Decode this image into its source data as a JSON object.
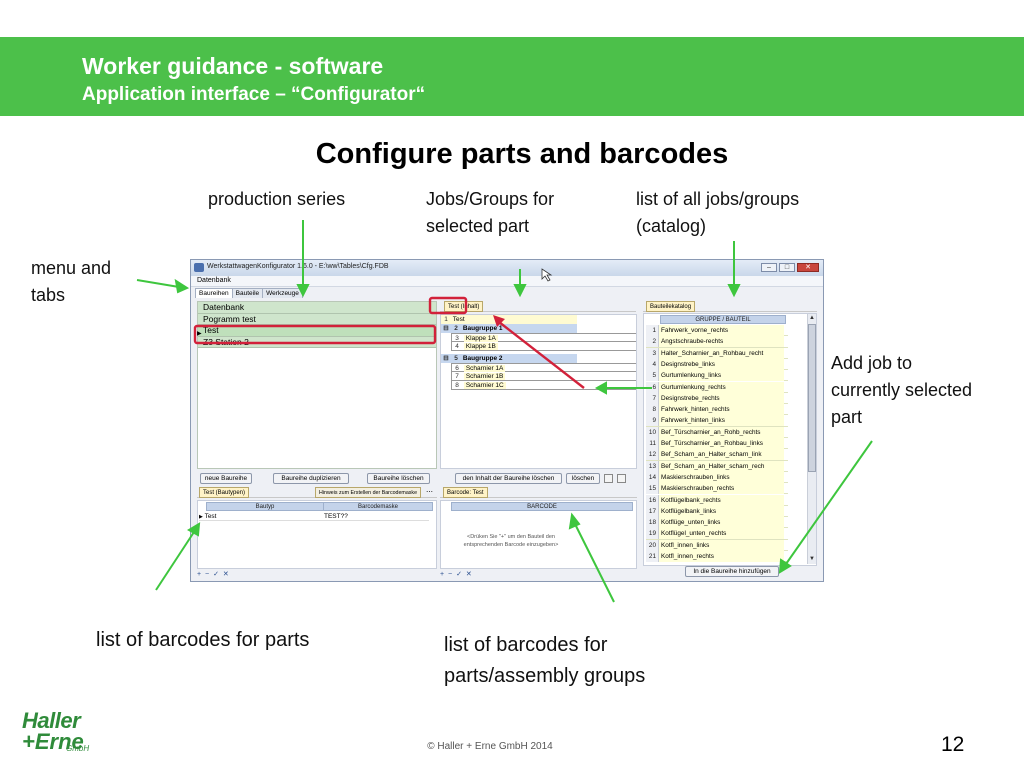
{
  "header": {
    "title": "Worker guidance - software",
    "subtitle": "Application interface – “Configurator“"
  },
  "slide_title": "Configure parts and barcodes",
  "callouts": {
    "production_series": "production series",
    "jobs_groups_line1": "Jobs/Groups for",
    "jobs_groups_line2": "selected part",
    "catalog_line1": "list of all jobs/groups",
    "catalog_line2": "(catalog)",
    "menu_tabs_line1": "menu and",
    "menu_tabs_line2": "tabs",
    "add_job_line1": "Add job to",
    "add_job_line2": "currently selected",
    "add_job_line3": "part",
    "barcodes_parts": "list of barcodes for parts",
    "barcodes_assembly_line1": "list of barcodes for",
    "barcodes_assembly_line2": "parts/assembly groups"
  },
  "app": {
    "window_title": "WerkstattwagenKonfigurator 1.6.0 - E:\\ww\\Tables\\Cfg.FDB",
    "menu_label": "Datenbank",
    "tabs": [
      "Baureihen",
      "Bauteile",
      "Werkzeuge"
    ],
    "series": [
      "Datenbank",
      "Pogramm test",
      "Test",
      "Z3 Station 2"
    ],
    "series_buttons": [
      "neue Baureihe",
      "Baureihe duplizieren",
      "Baureihe löschen"
    ],
    "series_content_buttons": [
      "den Inhalt der Baureihe löschen",
      "löschen"
    ],
    "jobs_tab": "Test (Inhalt)",
    "jobs": [
      {
        "num": "1",
        "label": "Test"
      },
      {
        "num": "2",
        "label": "Baugruppe 1"
      },
      {
        "num": "3",
        "label": "Klappe 1A"
      },
      {
        "num": "4",
        "label": "Klappe 1B"
      },
      {
        "num": "5",
        "label": "Baugruppe 2"
      },
      {
        "num": "6",
        "label": "Scharnier 1A"
      },
      {
        "num": "7",
        "label": "Scharnier 1B"
      },
      {
        "num": "8",
        "label": "Scharnier 1C"
      }
    ],
    "catalog_tab": "Bauteilekatalog",
    "catalog_header": "GRUPPE / BAUTEIL",
    "catalog": [
      {
        "num": "1",
        "label": "Fahrwerk_vorne_rechts"
      },
      {
        "num": "2",
        "label": "Angstschraube-rechts"
      },
      {
        "num": "3",
        "label": "Halter_Scharnier_an_Rohbau_recht"
      },
      {
        "num": "4",
        "label": "Designstrebe_links"
      },
      {
        "num": "5",
        "label": "Gurtumlenkung_links"
      },
      {
        "num": "6",
        "label": "Gurtumlenkung_rechts"
      },
      {
        "num": "7",
        "label": "Designstrebe_rechts"
      },
      {
        "num": "8",
        "label": "Fahrwerk_hinten_rechts"
      },
      {
        "num": "9",
        "label": "Fahrwerk_hinten_links"
      },
      {
        "num": "10",
        "label": "Bef_Türscharnier_an_Rohb_rechts"
      },
      {
        "num": "11",
        "label": "Bef_Türscharnier_an_Rohbau_links"
      },
      {
        "num": "12",
        "label": "Bef_Scharn_an_Halter_scharn_link"
      },
      {
        "num": "13",
        "label": "Bef_Scharn_an_Halter_scharn_rech"
      },
      {
        "num": "14",
        "label": "Maskierschrauben_links"
      },
      {
        "num": "15",
        "label": "Maskierschrauben_rechts"
      },
      {
        "num": "16",
        "label": "Kotflügelbank_rechts"
      },
      {
        "num": "17",
        "label": "Kotflügelbank_links"
      },
      {
        "num": "18",
        "label": "Kotflüge_unten_links"
      },
      {
        "num": "19",
        "label": "Kotflügel_unten_rechts"
      },
      {
        "num": "20",
        "label": "Kotfl_innen_links"
      },
      {
        "num": "21",
        "label": "Kotfl_innen_rechts"
      }
    ],
    "add_to_series_button": "In die Baureihe hinzufügen",
    "part_barcodes_tab": "Test (Bautypen)",
    "part_barcodes_hint": "Hinweis zum Erstellen der Barcodemaske",
    "part_barcodes_columns": [
      "Bautyp",
      "Barcodemaske"
    ],
    "part_barcodes_rows": [
      {
        "bautyp": "Test",
        "maske": "TEST??"
      }
    ],
    "assembly_barcode_tab": "Barcode: Test",
    "assembly_barcode_column": "BARCODE",
    "assembly_barcode_hint_line1": "<Drüken Sie \"+\" um  den Bauteil den",
    "assembly_barcode_hint_line2": "entsprechenden Barcode einzugeben>",
    "toolbar_glyphs": "+ − ✓ ✕"
  },
  "footer": {
    "logo_top": "Haller",
    "logo_bottom": "+Erne",
    "logo_small": "GmbH",
    "copyright": "© Haller + Erne GmbH 2014",
    "page_number": "12"
  }
}
